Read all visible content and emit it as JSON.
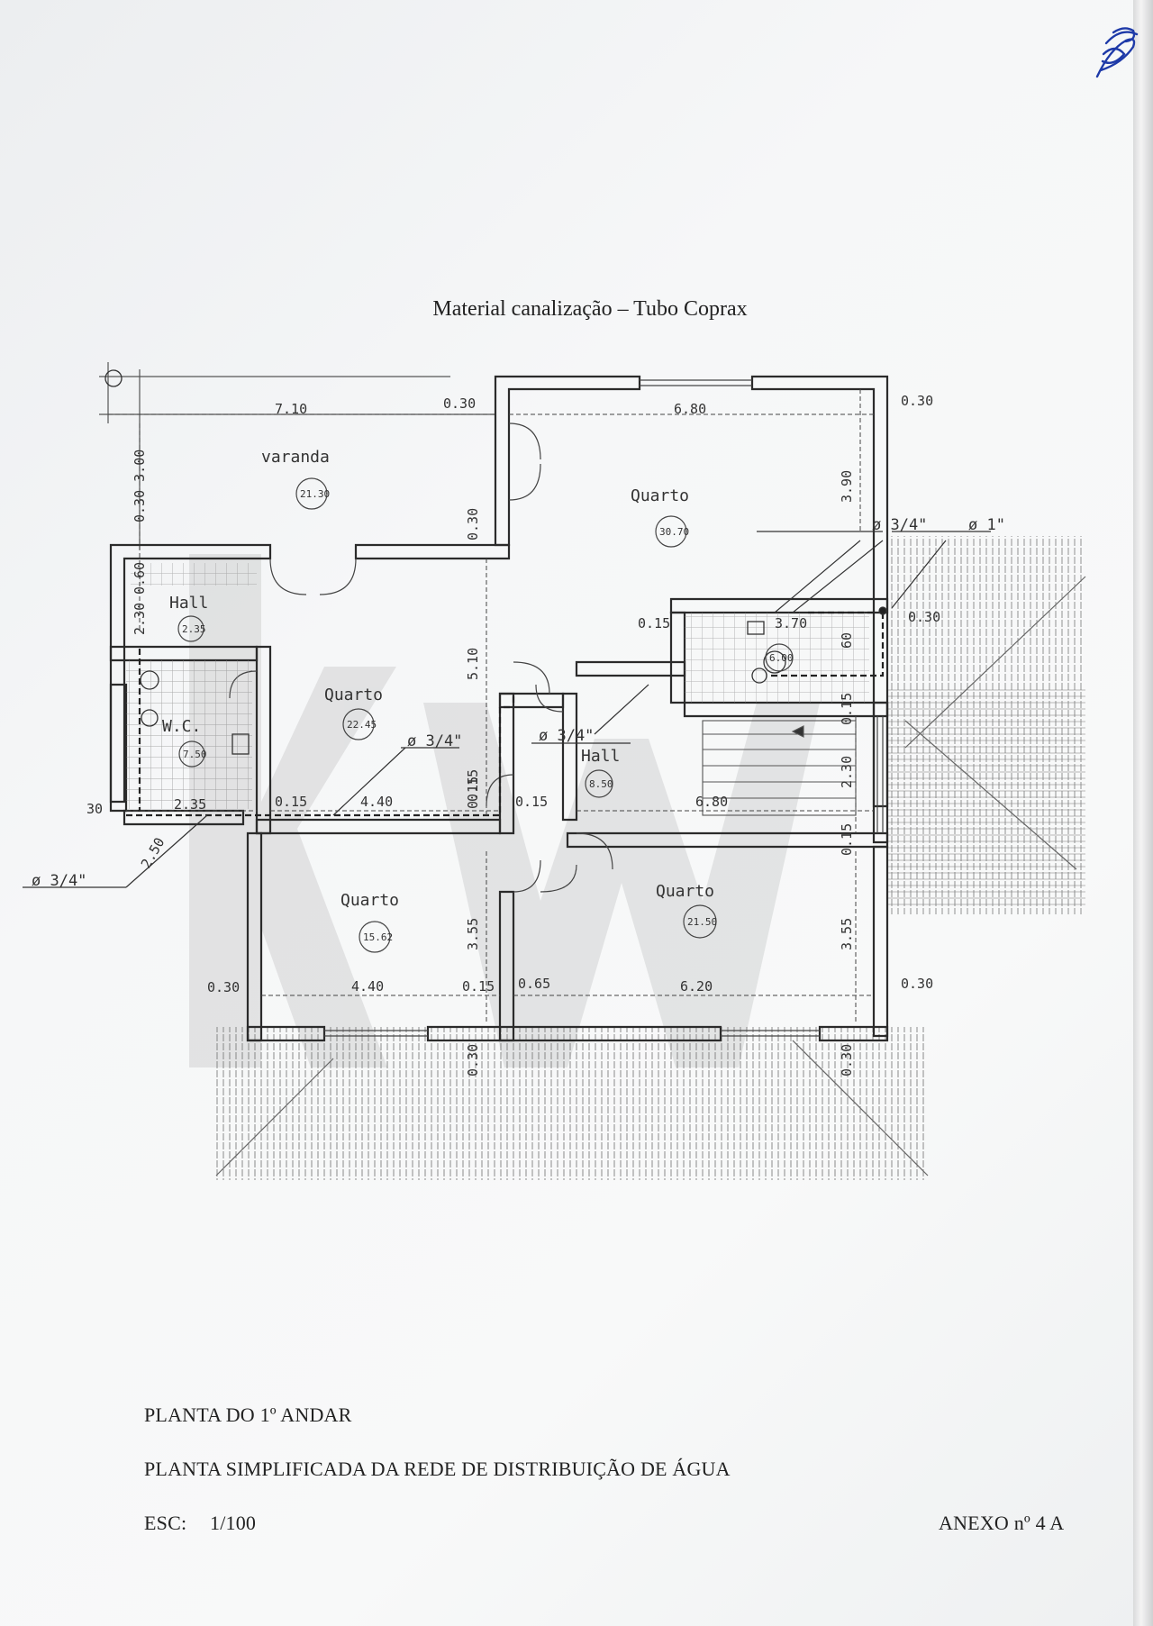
{
  "page_heading": "Material canalização – Tubo Coprax",
  "footer": {
    "line1": "PLANTA DO 1º ANDAR",
    "line2": "PLANTA SIMPLIFICADA DA REDE DE DISTRIBUIÇÃO DE ÁGUA",
    "scale_label": "ESC:",
    "scale_value": "1/100",
    "annex": "ANEXO nº 4 A"
  },
  "rooms": [
    {
      "name": "varanda",
      "area": "21.30"
    },
    {
      "name": "Quarto",
      "area": "30.70"
    },
    {
      "name": "Hall",
      "area": "2.35"
    },
    {
      "name": "W.C.",
      "area": "7.50"
    },
    {
      "name": "Quarto",
      "area": "22.45"
    },
    {
      "name": "Hall",
      "area": "8.50"
    },
    {
      "name": "Quarto",
      "area": "15.62"
    },
    {
      "name": "Quarto",
      "area": "21.50"
    },
    {
      "name": "",
      "area": "6.00"
    }
  ],
  "dimensions": {
    "top_left_width": "7.10",
    "top_wall_left": "0.30",
    "top_right_width": "6.80",
    "top_wall_right": "0.30",
    "right_height": "3.90",
    "left_stack": "0.30 3.00",
    "balcony_wall": "0.30",
    "hall_height": "2.30",
    "hall_wall": "0.60",
    "room_height": "5.10",
    "kitchen_wall": "0.15",
    "kitchen_width": "3.70",
    "right_wall": "0.30",
    "kitchen_height": "60",
    "wc_width": "2.35",
    "wc_left": "30",
    "wall_a": "0.15",
    "room_a_width": "4.40",
    "wall_b": "0.15",
    "wall_c": "0.15",
    "hall_width": "6.80",
    "hall_wall_v": "0.15",
    "lower_wall": "0.15",
    "lower_left_height": "3.55",
    "lower_right_height": "3.55",
    "bottom_wall_left": "0.30",
    "bottom_room_a": "4.40",
    "bottom_wall_a": "0.15",
    "bottom_wall_b": "0.65",
    "bottom_room_b": "6.20",
    "bottom_wall_right": "0.30",
    "bottom_depth_a": "0.30",
    "bottom_depth_b": "0.30",
    "vertical_wall": "0.15",
    "wc_depth": "2.50"
  },
  "pipe_labels": [
    {
      "id": "kitchen_a",
      "text": "ø 3/4\""
    },
    {
      "id": "kitchen_b",
      "text": "ø 1\""
    },
    {
      "id": "hall",
      "text": "ø 3/4\""
    },
    {
      "id": "room",
      "text": "ø 3/4\""
    },
    {
      "id": "entry",
      "text": "ø 3/4\""
    }
  ],
  "colors": {
    "paper": "#f6f7f8",
    "ink": "#333333",
    "pen": "#1e3aa8"
  },
  "signature_icon": "handwritten-initials"
}
